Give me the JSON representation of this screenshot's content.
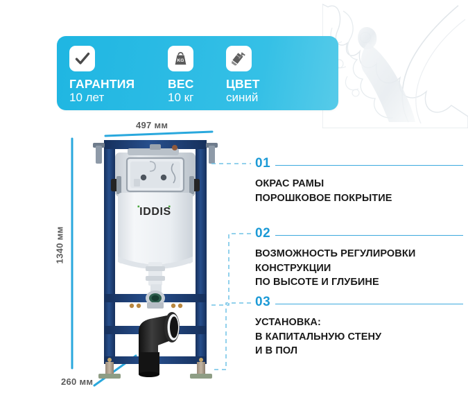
{
  "theme": {
    "banner_color_start": "#1fb6e2",
    "banner_color_end": "#57cbe9",
    "accent_blue": "#1c9ad6",
    "rule_blue": "#3ba9dd",
    "dim_line_blue": "#29a8dd",
    "dim_text_gray": "#5b5b5b",
    "body_text": "#1a1a1a",
    "frame_blue_dark": "#1b3a6b",
    "frame_blue_mid": "#26508f",
    "tank_white": "#eef1f4"
  },
  "banner": {
    "features": [
      {
        "icon": "checkmark-icon",
        "title": "ГАРАНТИЯ",
        "value": "10 лет"
      },
      {
        "icon": "weight-kg-icon",
        "title": "ВЕС",
        "value": "10 кг"
      },
      {
        "icon": "paint-roller-icon",
        "title": "ЦВЕТ",
        "value": "синий"
      }
    ]
  },
  "dimensions": {
    "width_label": "497 мм",
    "height_label": "1340 мм",
    "depth_label": "260 мм"
  },
  "product": {
    "brand_logo": "IDDIS"
  },
  "callouts": [
    {
      "number": "01",
      "text": "ОКРАС РАМЫ\nПОРОШКОВОЕ ПОКРЫТИЕ"
    },
    {
      "number": "02",
      "text": "ВОЗМОЖНОСТЬ РЕГУЛИРОВКИ\nКОНСТРУКЦИИ\nПО ВЫСОТЕ И ГЛУБИНЕ"
    },
    {
      "number": "03",
      "text": "УСТАНОВКА:\nВ КАПИТАЛЬНУЮ СТЕНУ\nИ В ПОЛ"
    }
  ]
}
